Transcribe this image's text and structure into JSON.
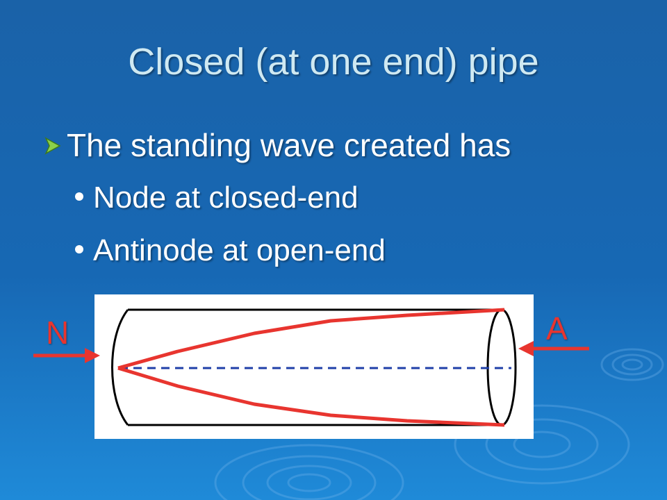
{
  "slide": {
    "title": "Closed (at one end) pipe",
    "bullet_main": "The standing wave created has",
    "sub_bullets": [
      "Node at closed-end",
      "Antinode at open-end"
    ]
  },
  "diagram": {
    "label_node": "N",
    "label_antinode": "A"
  },
  "colors": {
    "background": "#1768b4",
    "title_text": "#cfe9f2",
    "body_text": "#ffffff",
    "wave_red": "#e8352f",
    "axis_blue": "#1f3fa8",
    "pipe_outline": "#000000",
    "bullet_arrow": "#8cd14a"
  }
}
